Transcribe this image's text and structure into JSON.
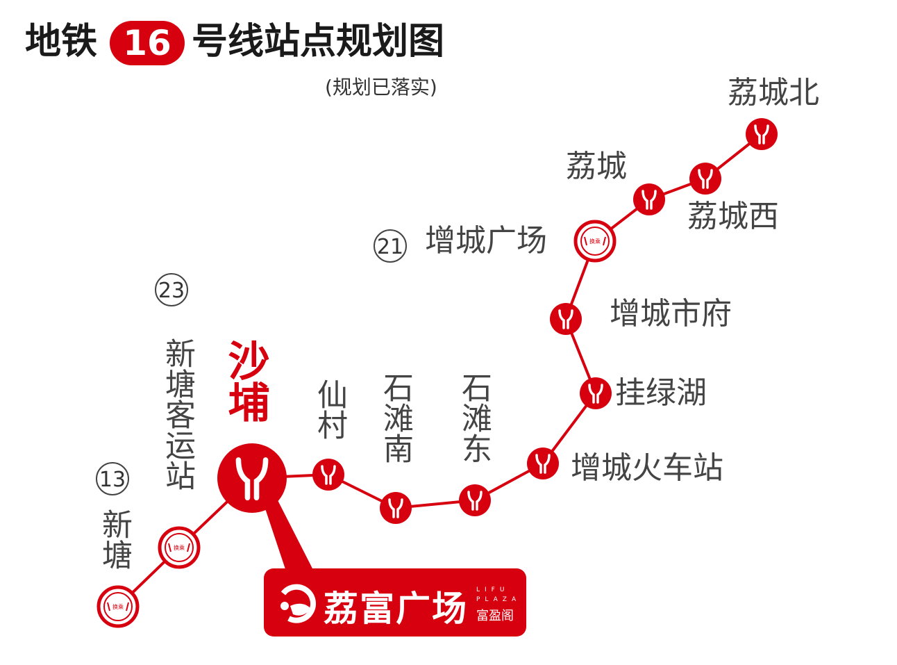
{
  "title": {
    "prefix": "地铁",
    "line_number": "16",
    "suffix": "号线站点规划图",
    "subtitle": "(规划已落实)"
  },
  "line_color": "#d7000f",
  "stations": [
    {
      "name": "新塘",
      "type": "transfer"
    },
    {
      "name": "新塘客运站",
      "type": "transfer"
    },
    {
      "name": "沙埔",
      "type": "highlight"
    },
    {
      "name": "仙村",
      "type": "normal"
    },
    {
      "name": "石滩南",
      "type": "normal"
    },
    {
      "name": "石滩东",
      "type": "normal"
    },
    {
      "name": "增城火车站",
      "type": "normal"
    },
    {
      "name": "挂绿湖",
      "type": "normal"
    },
    {
      "name": "增城市府",
      "type": "normal"
    },
    {
      "name": "增城广场",
      "type": "transfer"
    },
    {
      "name": "荔城",
      "type": "normal"
    },
    {
      "name": "荔城西",
      "type": "normal"
    },
    {
      "name": "荔城北",
      "type": "normal"
    }
  ],
  "transfer_icon_text": "换乘",
  "transfer_lines": {
    "xintang": "13",
    "xintang_keyunzhan": "23",
    "zengcheng_guangchang": "21"
  },
  "banner": {
    "name": "荔富广场",
    "english_line1": "LIFU",
    "english_line2": "PLAZA",
    "sub": "富盈阁"
  }
}
